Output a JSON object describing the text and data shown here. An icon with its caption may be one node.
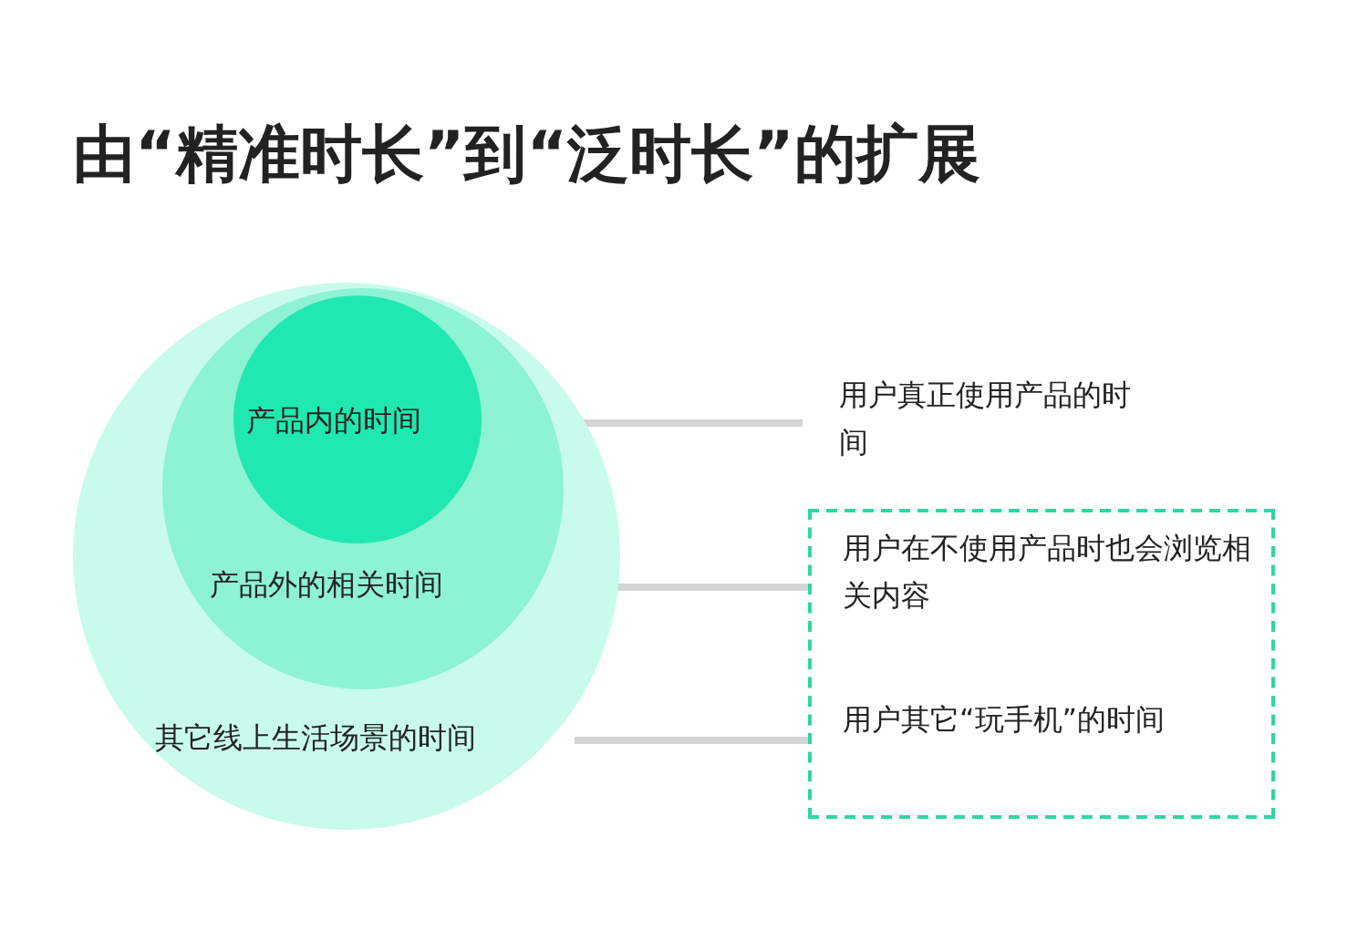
{
  "diagram": {
    "title": "由“精准时长”到“泛时长”的扩展",
    "nodes": [
      {
        "text": [
          "其它线上生活场景的时间"
        ]
      },
      {
        "text": [
          "产品外的相关时间"
        ],
        "in": 0
      },
      {
        "text": [
          "产品内的时间"
        ],
        "in": 1
      },
      {
        "text": [
          "用户真正使用产品的时间"
        ]
      },
      {
        "text": [],
        "shape": "box"
      },
      {
        "text": [
          "用户在不使用产品时也会浏览相关内容"
        ],
        "in": 4
      },
      {
        "text": [
          "用户其它“玩手机”的时间"
        ],
        "in": 4
      }
    ],
    "edges": [
      {
        "from": 2,
        "to": 3,
        "arrow": "none"
      },
      {
        "from": 1,
        "to": 5,
        "arrow": "none"
      },
      {
        "from": 0,
        "to": 6,
        "arrow": "none"
      }
    ]
  }
}
